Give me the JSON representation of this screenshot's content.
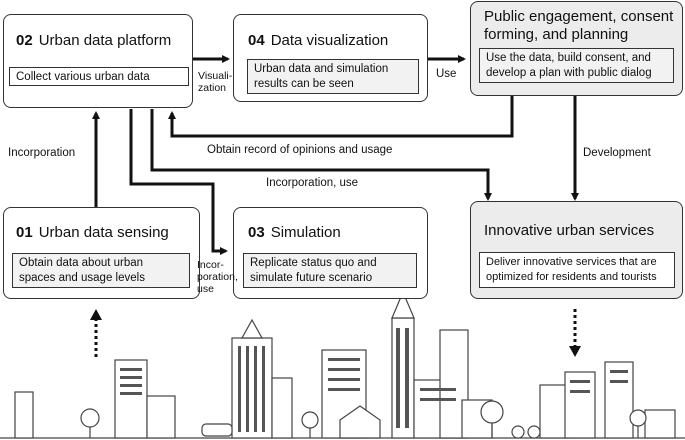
{
  "boxes": {
    "b02": {
      "num": "02",
      "title": "Urban data platform",
      "desc": "Collect various urban data"
    },
    "b04": {
      "num": "04",
      "title": "Data visualization",
      "desc_l1": "Urban data and simulation",
      "desc_l2": "results can be seen"
    },
    "bpub": {
      "title_l1": "Public engagement, consent",
      "title_l2": "forming, and planning",
      "desc_l1": "Use the data, build consent, and",
      "desc_l2": "develop a plan with public dialog"
    },
    "b01": {
      "num": "01",
      "title": "Urban data sensing",
      "desc_l1": "Obtain data about urban",
      "desc_l2": "spaces and usage levels"
    },
    "b03": {
      "num": "03",
      "title": "Simulation",
      "desc_l1": "Replicate status quo and",
      "desc_l2": "simulate future scenario"
    },
    "binn": {
      "title": "Innovative urban services",
      "desc_l1": "Deliver innovative services that are",
      "desc_l2": "optimized for residents and tourists"
    }
  },
  "labels": {
    "visualization_l1": "Visuali-",
    "visualization_l2": "zation",
    "use": "Use",
    "incorporation_left": "Incorporation",
    "obtain_record": "Obtain record of opinions and usage",
    "development": "Development",
    "incorporation_use": "Incorporation, use",
    "incorp_l1": "Incor-",
    "incorp_l2": "poration,",
    "incorp_l3": "use"
  }
}
